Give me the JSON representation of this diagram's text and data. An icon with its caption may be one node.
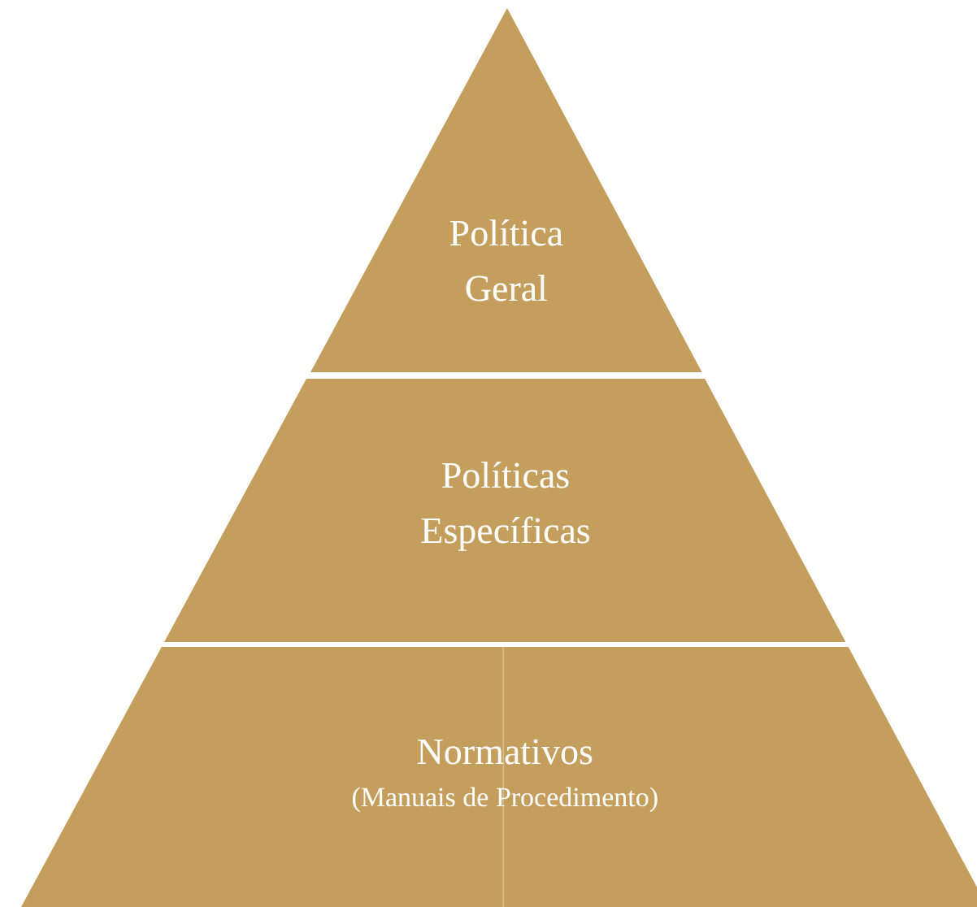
{
  "diagram": {
    "nodes": [
      {
        "text": [
          "Política Geral"
        ]
      },
      {
        "text": [
          "Políticas Específicas"
        ]
      },
      {
        "text": [
          "Normativos",
          "(Manuais de Procedimento)"
        ]
      }
    ]
  }
}
